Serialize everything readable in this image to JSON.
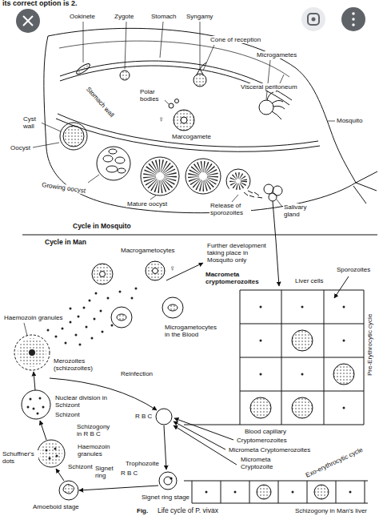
{
  "diagram": {
    "caption": "Life cycle of P. vivax",
    "labels": [
      "its correct option is 2.",
      "Ookinete",
      "Zygote",
      "Stomach",
      "Syngamy",
      "Cone of reception",
      "Microgametes",
      "Visceral peritoneum",
      "Polar bodies",
      "Stomach wall",
      "Mosquito",
      "♀",
      "Cyst wall",
      "Marcogamete",
      "Oocyst",
      "Growing oocyst",
      "Mature oocyst",
      "Release of sporozoites",
      "Salivary gland",
      "Cycle in Mosquito",
      "Cycle in Man",
      "Macrogametocytes",
      "Further development taking place in Mosquito only",
      "♀",
      "Sporozoites",
      "Macrometa cryptomerozoites",
      "Liver cells",
      "Haemozoin granules",
      "Microgametocytes in the Blood",
      "Merozoites (schizozoites)",
      "Pre-Erythrocytic cycle",
      "Reinfection",
      "Nuclear division in Schizont",
      "Schizont",
      "R B C",
      "Schizogony in R B C",
      "Blood capillary",
      "Cryptomerozoites",
      "Haemozoin granules",
      "Micrometa Cryptomerozoites",
      "Schuffner's dots",
      "Micrometa Cryptozoite",
      "Trophozoite",
      "Schizont",
      "Signet ring",
      "R B C",
      "Exo-erythrocytic cycle",
      "Signet ring stage",
      "Amoeboid stage",
      "Fig.",
      "Schizogony in Man's liver"
    ]
  }
}
